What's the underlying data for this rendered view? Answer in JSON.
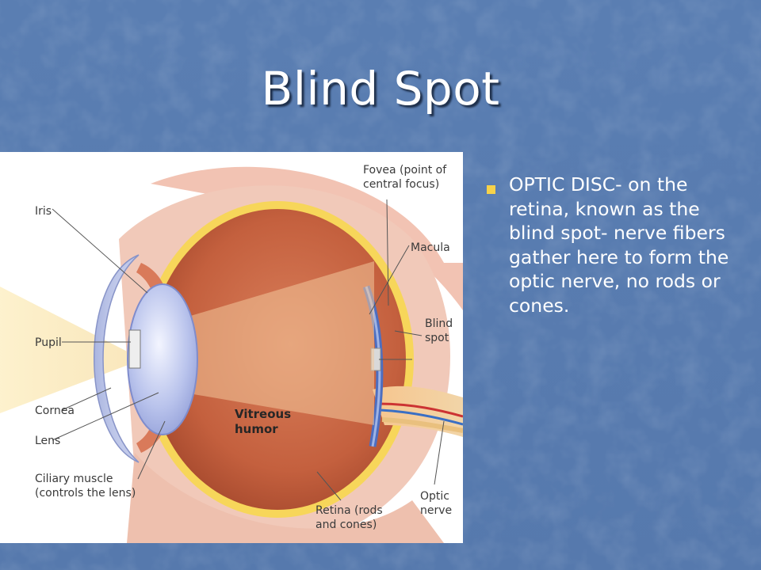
{
  "slide": {
    "title": "Blind Spot",
    "colors": {
      "background": "#5b7fb2",
      "title_text": "#ffffff",
      "bullet_marker": "#f7d24a"
    }
  },
  "diagram": {
    "labels": {
      "fovea": "Fovea (point of\ncentral focus)",
      "iris": "Iris",
      "macula": "Macula",
      "pupil": "Pupil",
      "blind_spot": "Blind\nspot",
      "cornea": "Cornea",
      "lens": "Lens",
      "vitreous": "Vitreous\nhumor",
      "ciliary": "Ciliary muscle\n(controls the lens)",
      "retina": "Retina (rods\nand cones)",
      "optic_nerve": "Optic\nnerve"
    }
  },
  "bullets": [
    {
      "text": "OPTIC DISC- on the retina, known as the blind spot- nerve fibers gather here to form the optic nerve, no rods or cones."
    }
  ]
}
